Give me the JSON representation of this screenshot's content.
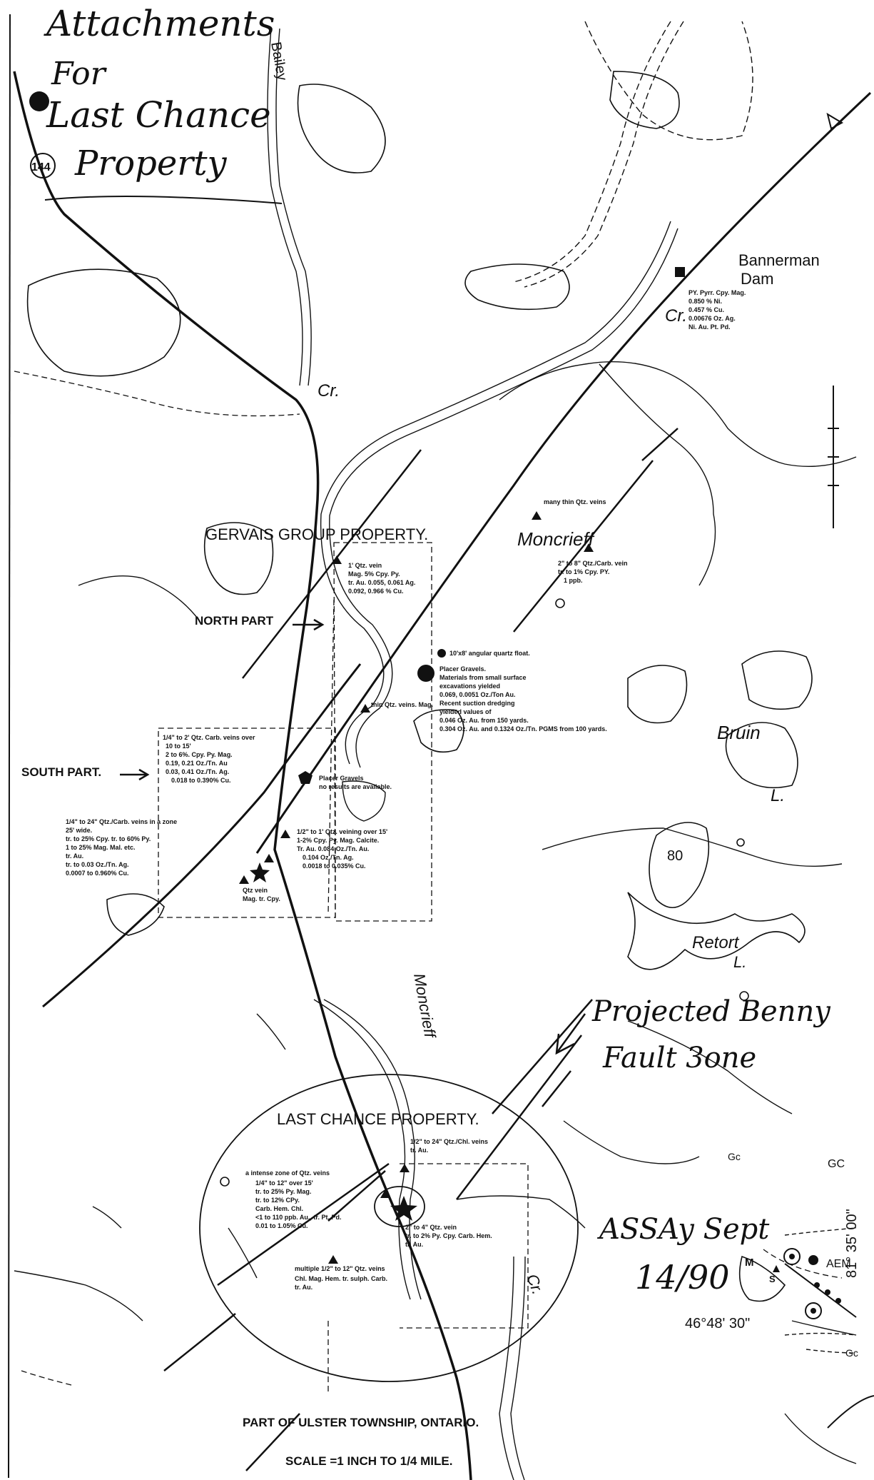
{
  "handwritten": {
    "title_line1": "Attachments",
    "title_line2": "For",
    "title_line3": "Last Chance",
    "title_line4": "Property",
    "projected_line1": "Projected Benny",
    "projected_line2": "Fault 3one",
    "assay_line1": "ASSAy Sept",
    "assay_line2": "14/90"
  },
  "places": {
    "highway": "144",
    "bailey": "Bailey",
    "bannerman_line1": "Bannerman",
    "bannerman_line2": "Dam",
    "cr_upper": "Cr.",
    "cr_mid": "Cr.",
    "cr_lower": "Cr.",
    "moncrieff_lake": "Moncrieff",
    "moncrieff_creek": "Moncrieff",
    "bruin": "Bruin",
    "bruin_l": "L.",
    "retort": "Retort",
    "retort_l": "L.",
    "lake_80": "80",
    "gervais": "GERVAIS GROUP PROPERTY.",
    "north_part": "NORTH PART",
    "south_part": "SOUTH PART.",
    "last_chance": "LAST CHANCE PROPERTY.",
    "township": "PART OF ULSTER TOWNSHIP, ONTARIO.",
    "scale": "SCALE =1 INCH TO 1/4 MILE.",
    "lat": "46°48' 30\"",
    "lon": "81° 35' 00\"",
    "aem": "AEM",
    "gc1": "GC",
    "gc2": "Gc",
    "gc3": "Gc",
    "m": "M",
    "s": "S"
  },
  "notes": {
    "bannerman": [
      "PY. Pyrr. Cpy. Mag.",
      "0.850 % Ni.",
      "0.457 % Cu.",
      "0.00676 Oz. Ag.",
      "Ni. Au. Pt. Pd."
    ],
    "thin_veins": "many thin Qtz. veins",
    "carb_vein": [
      "2\" to 8\" Qtz./Carb. vein",
      "tr. to 1% Cpy. PY.",
      "1 ppb."
    ],
    "gervais_vein": [
      "1' Qtz. vein",
      "Mag. 5% Cpy. Py.",
      "tr. Au. 0.055, 0.061 Ag.",
      "0.092, 0.966 % Cu."
    ],
    "float": "10'x8' angular quartz float.",
    "placer1": [
      "Placer Gravels.",
      "Materials from small surface",
      "excavations yielded",
      "0.069, 0.0051 Oz./Ton Au.",
      "Recent suction dredging",
      "yielded values of",
      "0.046 Oz. Au. from 150 yards.",
      "0.304 Oz. Au. and 0.1324 Oz./Tn. PGMS from 100 yards."
    ],
    "thin_veins_mag": "thin Qtz. veins. Mag.",
    "south_carb": [
      "1/4\" to 2' Qtz. Carb. veins over",
      "10 to 15'",
      "2 to 6%. Cpy. Py. Mag.",
      "0.19, 0.21 Oz./Tn. Au",
      "0.03, 0.41 Oz./Tn. Ag.",
      "0.018 to 0.390% Cu."
    ],
    "placer2": [
      "Placer Gravels",
      "no results are available."
    ],
    "zone_25": [
      "1/4\" to 24\" Qtz./Carb. veins in a zone",
      "25' wide.",
      "tr. to 25% Cpy. tr. to 60% Py.",
      "1 to 25% Mag. Mal. etc.",
      "tr. Au.",
      "tr. to 0.03 Oz./Tn. Ag.",
      "0.0007 to 0.960% Cu."
    ],
    "veining_15": [
      "1/2\" to 1' Qtz. veining over 15'",
      "1-2% Cpy. Py. Mag. Calcite.",
      "Tr. Au. 0.084 Oz./Tn. Au.",
      "0.104 Oz./Tn. Ag.",
      "0.0018 to 0.035% Cu."
    ],
    "qtz_vein": [
      "Qtz vein",
      "Mag. tr. Cpy."
    ],
    "chl_vein": [
      "1/2\" to 24\" Qtz./Chl. veins",
      "tr. Au."
    ],
    "intense": [
      "a intense zone of Qtz. veins",
      "1/4\" to 12\" over 15'",
      "tr. to 25% Py. Mag.",
      "tr. to 12% CPy.",
      "Carb. Hem. Chl.",
      "<1 to 110 ppb. Au., tr. Pt. Pd.",
      "0.01 to 1.05% Cu."
    ],
    "lc_vein": [
      "2\" to 4\" Qtz. vein",
      "tr. to 2% Py. Cpy. Carb. Hem.",
      "tr. Au."
    ],
    "multiple": [
      "multiple 1/2\" to 12\" Qtz. veins",
      "Chl. Mag. Hem. tr. sulph. Carb.",
      "tr. Au."
    ]
  }
}
